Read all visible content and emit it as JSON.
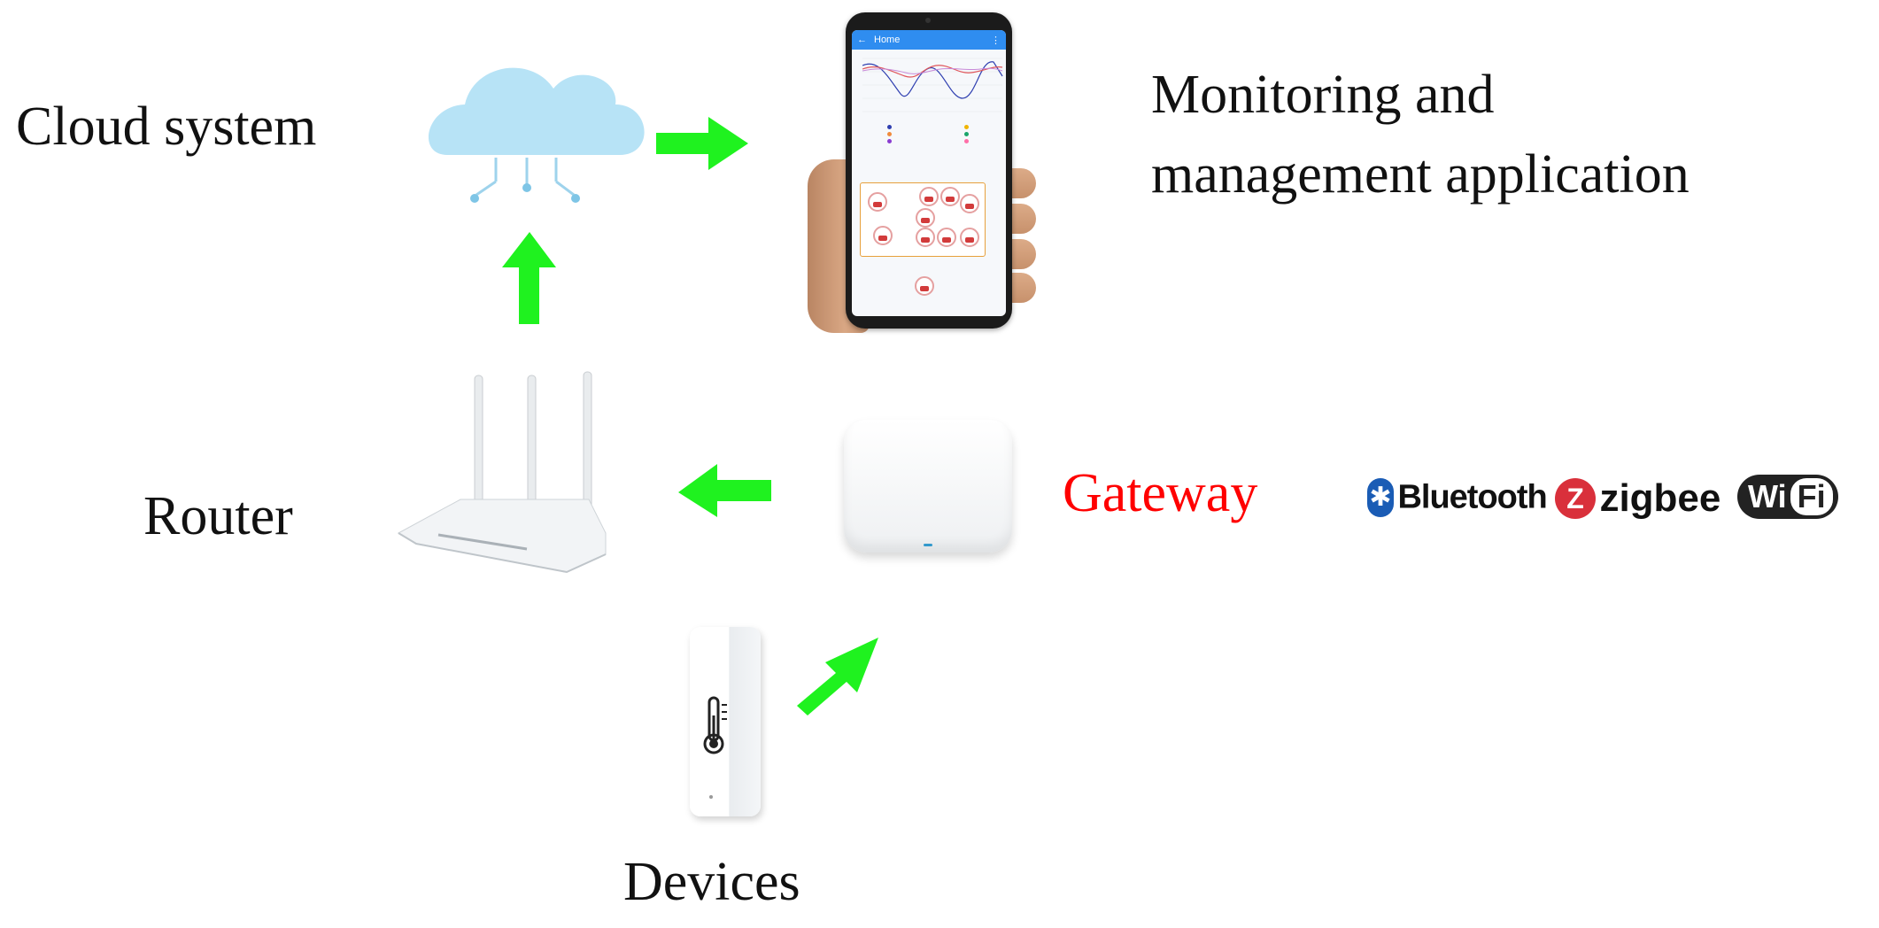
{
  "labels": {
    "cloud": "Cloud system",
    "monitoring_line1": "Monitoring and",
    "monitoring_line2": "management application",
    "router": "Router",
    "gateway": "Gateway",
    "devices": "Devices"
  },
  "phone_app": {
    "title": "Home"
  },
  "protocols": {
    "bluetooth": "Bluetooth",
    "zigbee": "zigbee",
    "wifi_1": "Wi",
    "wifi_2": "Fi"
  },
  "icons": {
    "cloud": "cloud-icon",
    "router": "router-icon",
    "gateway": "gateway-icon",
    "sensor": "thermometer-sensor-icon",
    "phone": "smartphone-icon",
    "arrow": "arrow-icon"
  },
  "colors": {
    "arrow": "#1ff21f",
    "gateway_text": "#ff0000",
    "cloud_fill": "#b7e3f6",
    "bluetooth": "#1a5cb5",
    "zigbee": "#d9303b",
    "wifi": "#222222"
  }
}
